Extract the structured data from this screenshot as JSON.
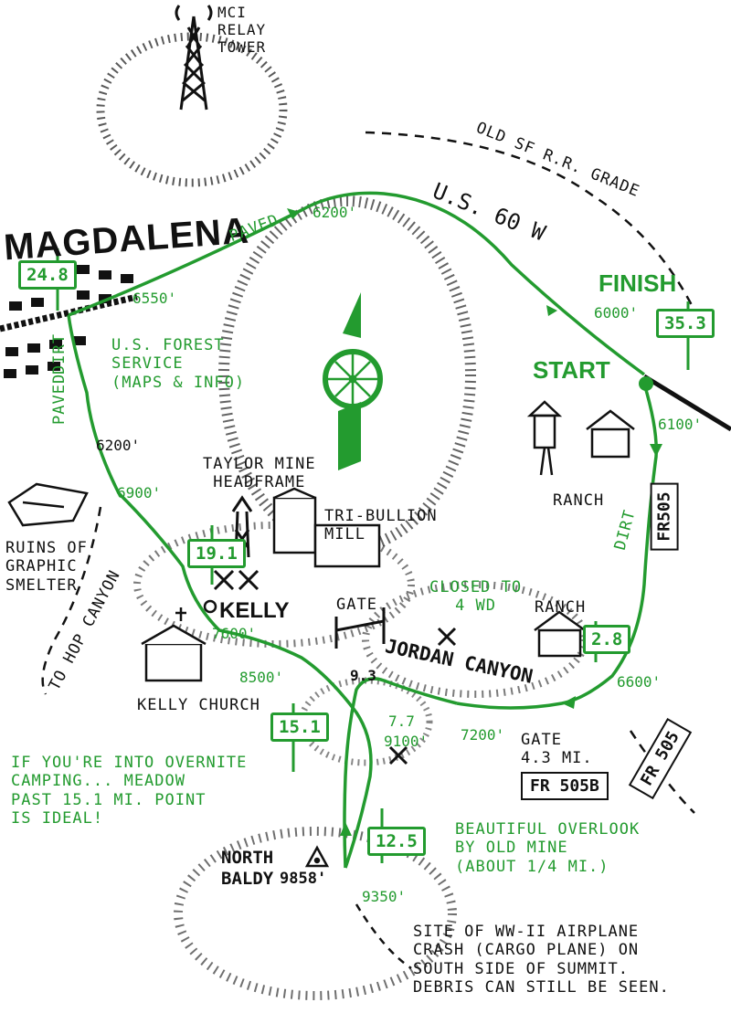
{
  "tower": {
    "label": "MCI\nRELAY\nTOWER"
  },
  "towns": {
    "magdalena": "MAGDALENA",
    "kelly": "KELLY"
  },
  "route_labels": {
    "paved_top": "PAVED",
    "us60": "U.S. 60 W",
    "rr_grade": "OLD SF R.R. GRADE",
    "dirt_left": "DIRT",
    "paved_left": "PAVED",
    "dirt_right": "DIRT",
    "to_hop_canyon": "TO HOP CANYON",
    "jordan_canyon": "JORDAN CANYON"
  },
  "markers": {
    "start": "START",
    "finish": "FINISH"
  },
  "mileposts": [
    "24.8",
    "35.3",
    "19.1",
    "2.8",
    "15.1",
    "12.5",
    "9.3",
    "7.7"
  ],
  "elevations": [
    "6200'",
    "6550'",
    "6000'",
    "6100'",
    "6200'",
    "6900'",
    "7600'",
    "8500'",
    "6600'",
    "7200'",
    "9100'",
    "9350'"
  ],
  "forest_roads": [
    "FR505",
    "FR 505",
    "FR 505B"
  ],
  "places": {
    "forest_service": "U.S. FOREST\nSERVICE\n(MAPS & INFO)",
    "taylor_mine": "TAYLOR MINE\nHEADFRAME",
    "tri_bullion": "TRI-BULLION\nMILL",
    "ranch_top": "RANCH",
    "ranch_mid": "RANCH",
    "ruins": "RUINS OF\nGRAPHIC\nSMELTER",
    "gate_left": "GATE",
    "gate_right": "GATE\n4.3 mi.",
    "closed": "CLOSED TO\n4 WD",
    "kelly_church": "KELLY CHURCH",
    "north_baldy_name": "NORTH\nBALDY",
    "north_baldy_elev": "9858'"
  },
  "notes": {
    "camping": "IF YOU'RE INTO OVERNITE\nCAMPING... MEADOW\nPAST 15.1 mi. POINT\nIS IDEAL!",
    "overlook": "BEAUTIFUL OVERLOOK\nBY OLD MINE\n(ABOUT 1/4 mi.)",
    "crash": "SITE OF WW-II AIRPLANE\nCRASH (CARGO PLANE) ON\nSOUTH SIDE OF SUMMIT.\nDEBRIS CAN STILL BE SEEN."
  },
  "colors": {
    "route": "#239b2f",
    "ink": "#111111"
  }
}
